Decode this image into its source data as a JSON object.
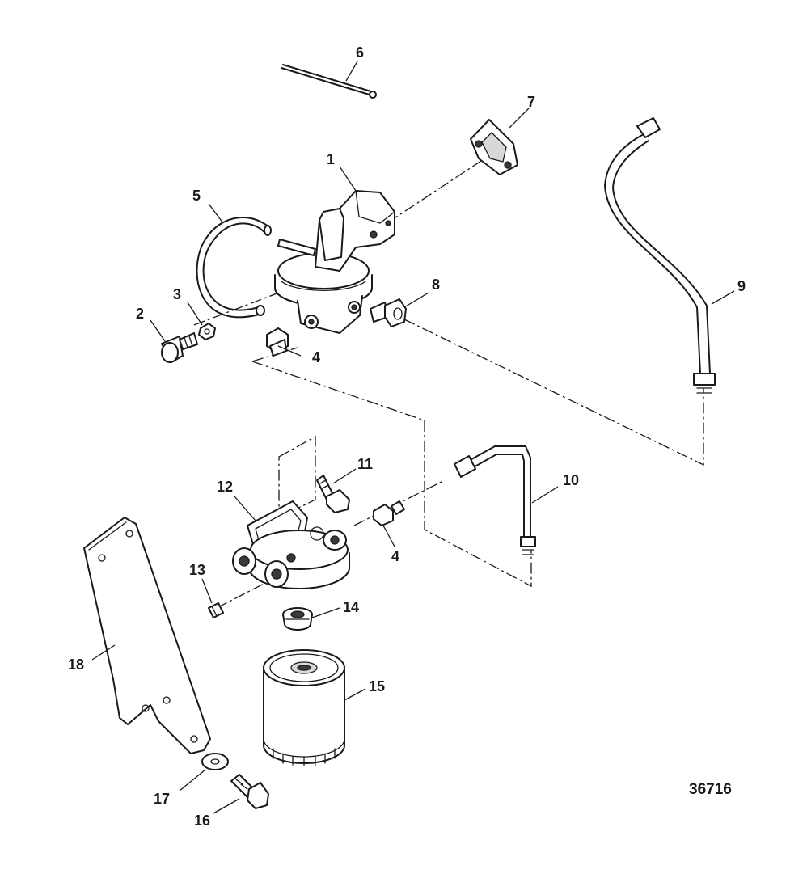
{
  "callouts": [
    "1",
    "2",
    "3",
    "4",
    "5",
    "6",
    "7",
    "8",
    "9",
    "10",
    "11",
    "12",
    "13",
    "14",
    "15",
    "16",
    "17",
    "18"
  ],
  "figure_number": "36716"
}
